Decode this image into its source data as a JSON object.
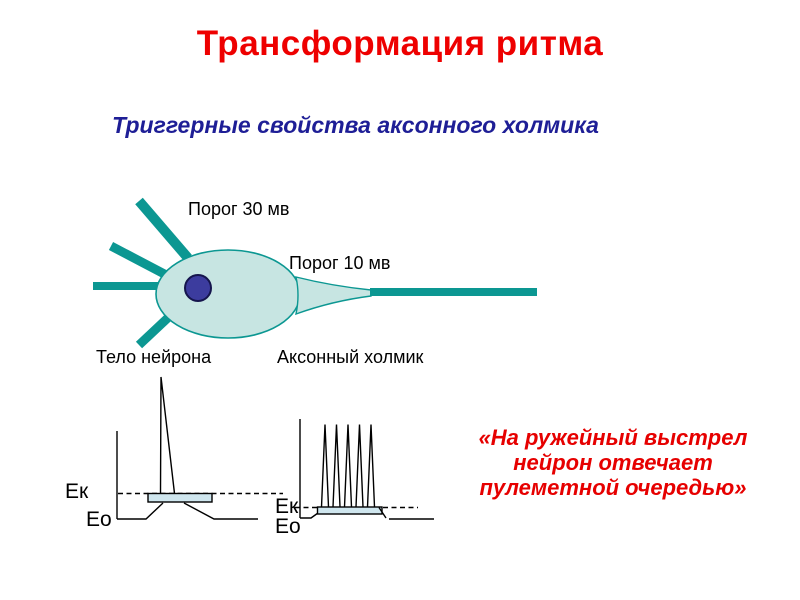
{
  "slide": {
    "title": "Трансформация ритма",
    "subtitle": "Триггерные свойства аксонного холмика",
    "quote_line1": "«На ружейный выстрел",
    "quote_line2": "нейрон отвечает",
    "quote_line3": "пулеметной очередью»"
  },
  "diagram": {
    "labels": {
      "threshold_soma": "Порог 30 мв",
      "threshold_hillock": "Порог 10 мв",
      "soma": "Тело нейрона",
      "hillock": "Аксонный холмик"
    },
    "colors": {
      "title_red": "#ee0000",
      "subtitle_navy": "#1e1e96",
      "quote_red": "#e60000",
      "neuron_teal": "#0c9792",
      "soma_fill": "#c7e5e2",
      "nucleus_fill": "#3c3c9e",
      "stimulus_bar_fill": "#cfe6ee"
    }
  },
  "graphs": {
    "left": {
      "name": "single-spike-response",
      "ek_label": "Ек",
      "eo_label": "Ео",
      "spike_count": 1
    },
    "right": {
      "name": "burst-response",
      "ek_label": "Ек",
      "eo_label": "Ео",
      "spike_count": 5
    }
  }
}
